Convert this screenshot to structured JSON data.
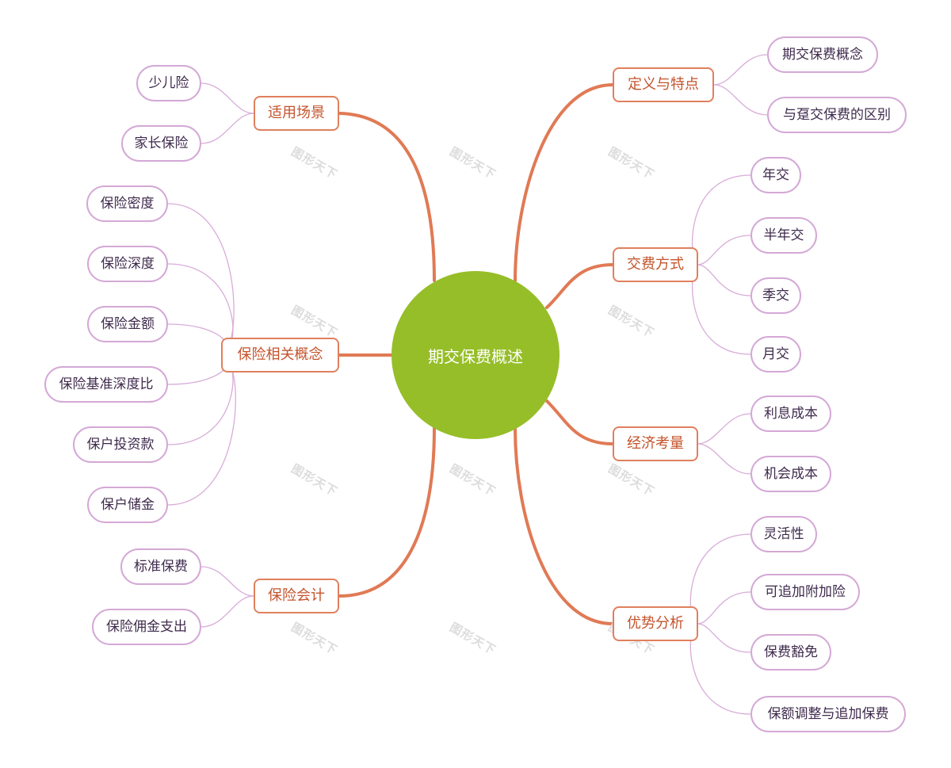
{
  "center": {
    "label": "期交保费概述",
    "color": "#96be28"
  },
  "colors": {
    "branch_line": "#e07a55",
    "leaf_line": "#d8acd9"
  },
  "watermark": "图形天下",
  "branches": [
    {
      "label": "适用场景",
      "children": [
        "少儿险",
        "家长保险"
      ]
    },
    {
      "label": "保险相关概念",
      "children": [
        "保险密度",
        "保险深度",
        "保险金额",
        "保险基准深度比",
        "保户投资款",
        "保户储金"
      ]
    },
    {
      "label": "保险会计",
      "children": [
        "标准保费",
        "保险佣金支出"
      ]
    },
    {
      "label": "定义与特点",
      "children": [
        "期交保费概念",
        "与趸交保费的区别"
      ]
    },
    {
      "label": "交费方式",
      "children": [
        "年交",
        "半年交",
        "季交",
        "月交"
      ]
    },
    {
      "label": "经济考量",
      "children": [
        "利息成本",
        "机会成本"
      ]
    },
    {
      "label": "优势分析",
      "children": [
        "灵活性",
        "可追加附加险",
        "保费豁免",
        "保额调整与追加保费"
      ]
    }
  ]
}
